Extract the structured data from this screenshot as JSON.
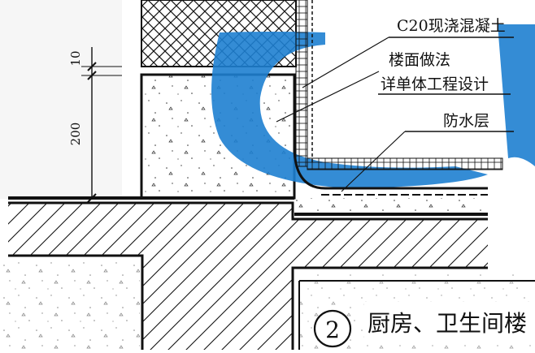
{
  "dimensions": {
    "top_gap": "10",
    "height": "200"
  },
  "labels": {
    "concrete": "C20现浇混凝土",
    "floor_method": "楼面做法",
    "floor_detail": "详单体工程设计",
    "waterproof": "防水层"
  },
  "detail": {
    "number": "2",
    "caption": "厨房、卫生间楼"
  },
  "colors": {
    "line": "#111111",
    "accent": "#1e7fd0",
    "background": "#ffffff"
  }
}
